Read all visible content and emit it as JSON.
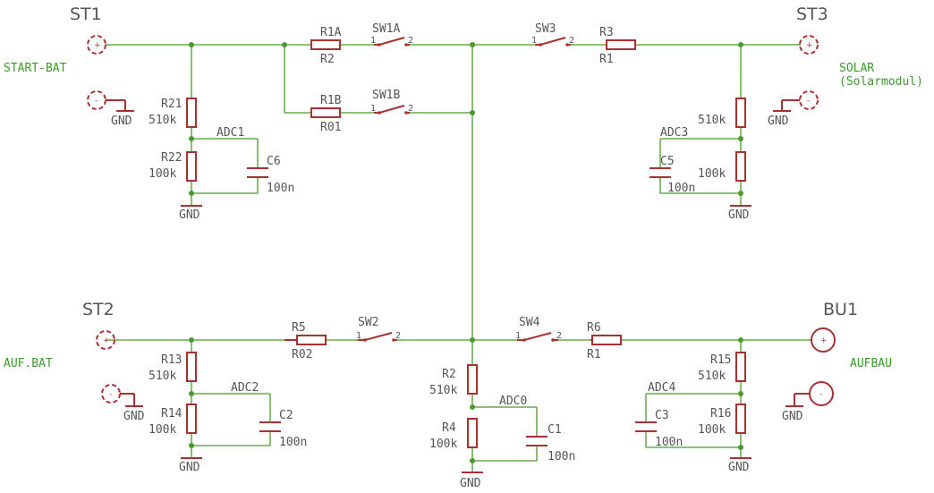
{
  "connectors": {
    "st1": "ST1",
    "st2": "ST2",
    "st3": "ST3",
    "bu1": "BU1",
    "start_bat": "START-BAT",
    "auf_bat": "AUF.BAT",
    "solar": "SOLAR",
    "solar_sub": "(Solarmodul)",
    "aufbau": "AUFBAU",
    "plus": "+",
    "minus": "-"
  },
  "gnd": "GND",
  "resistors": {
    "r1a": "R1A",
    "r1a_val": "R2",
    "r1b": "R1B",
    "r1b_val": "R01",
    "r3": "R3",
    "r3_val": "R1",
    "r5": "R5",
    "r5_val": "R02",
    "r6": "R6",
    "r6_val": "R1",
    "r21": "R21",
    "r21_val": "510k",
    "r22": "R22",
    "r22_val": "100k",
    "r13": "R13",
    "r13_val": "510k",
    "r14": "R14",
    "r14_val": "100k",
    "r2": "R2",
    "r2_val": "510k",
    "r4": "R4",
    "r4_val": "100k",
    "r15": "R15",
    "r15_val": "510k",
    "r16": "R16",
    "r16_val": "100k",
    "rs3_top_val": "510k",
    "rs3_bot_val": "100k"
  },
  "switches": {
    "sw1a": "SW1A",
    "sw1b": "SW1B",
    "sw2": "SW2",
    "sw3": "SW3",
    "sw4": "SW4",
    "pin1": "1",
    "pin2": "2"
  },
  "capacitors": {
    "c6": "C6",
    "c6_val": "100n",
    "c5": "C5",
    "c5_val": "100n",
    "c2": "C2",
    "c2_val": "100n",
    "c1": "C1",
    "c1_val": "100n",
    "c3": "C3",
    "c3_val": "100n"
  },
  "nets": {
    "adc0": "ADC0",
    "adc1": "ADC1",
    "adc2": "ADC2",
    "adc3": "ADC3",
    "adc4": "ADC4"
  }
}
